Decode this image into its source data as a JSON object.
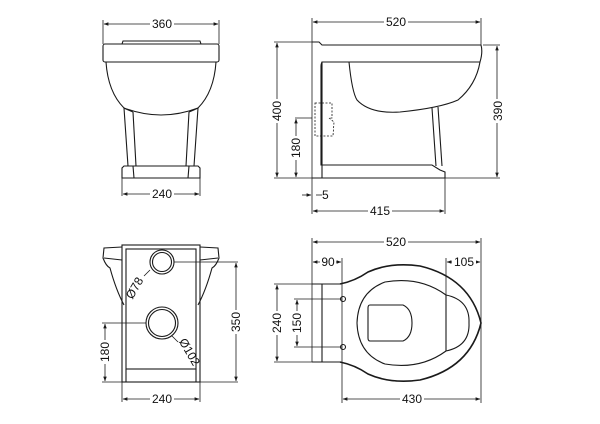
{
  "drawing": {
    "subject": "Back-to-wall toilet pan technical drawing",
    "units": "mm",
    "views": {
      "front": {
        "name": "Front elevation",
        "dimensions": {
          "top_width": "360",
          "base_width": "240"
        }
      },
      "side": {
        "name": "Side elevation",
        "dimensions": {
          "length": "520",
          "height_total": "400",
          "height_rim": "390",
          "outlet_height": "180",
          "wall_offset": "5",
          "base_length": "415"
        }
      },
      "rear": {
        "name": "Rear elevation",
        "dimensions": {
          "inlet_diameter": "Ø78",
          "outlet_diameter": "Ø102",
          "height": "350",
          "outlet_height": "180",
          "base_width": "240"
        }
      },
      "plan": {
        "name": "Plan view",
        "dimensions": {
          "length": "520",
          "fixing_offset": "90",
          "rear_offset": "105",
          "width": "240",
          "fixing_spacing": "150",
          "fixing_to_front": "430"
        }
      }
    }
  }
}
